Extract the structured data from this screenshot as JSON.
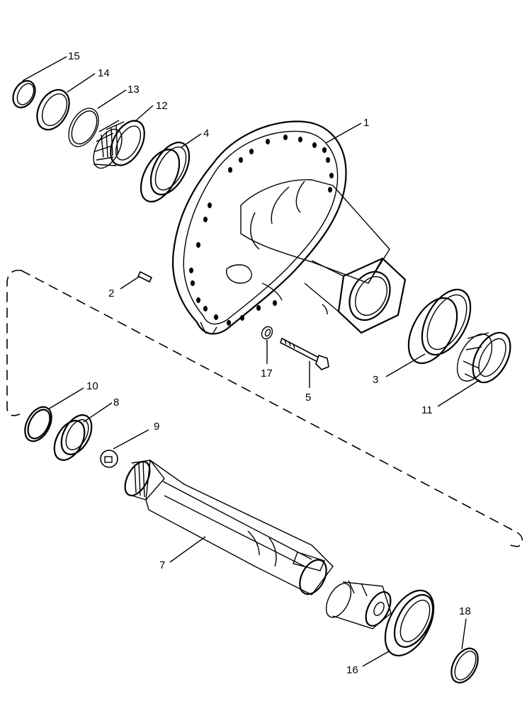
{
  "diagram": {
    "parts": [
      {
        "id": "1"
      },
      {
        "id": "2"
      },
      {
        "id": "3"
      },
      {
        "id": "4"
      },
      {
        "id": "5"
      },
      {
        "id": "7"
      },
      {
        "id": "8"
      },
      {
        "id": "9"
      },
      {
        "id": "10"
      },
      {
        "id": "11"
      },
      {
        "id": "12"
      },
      {
        "id": "13"
      },
      {
        "id": "14"
      },
      {
        "id": "15"
      },
      {
        "id": "16"
      },
      {
        "id": "17"
      },
      {
        "id": "18"
      }
    ],
    "colors": {
      "ink": "#000000",
      "paper": "#ffffff"
    }
  }
}
